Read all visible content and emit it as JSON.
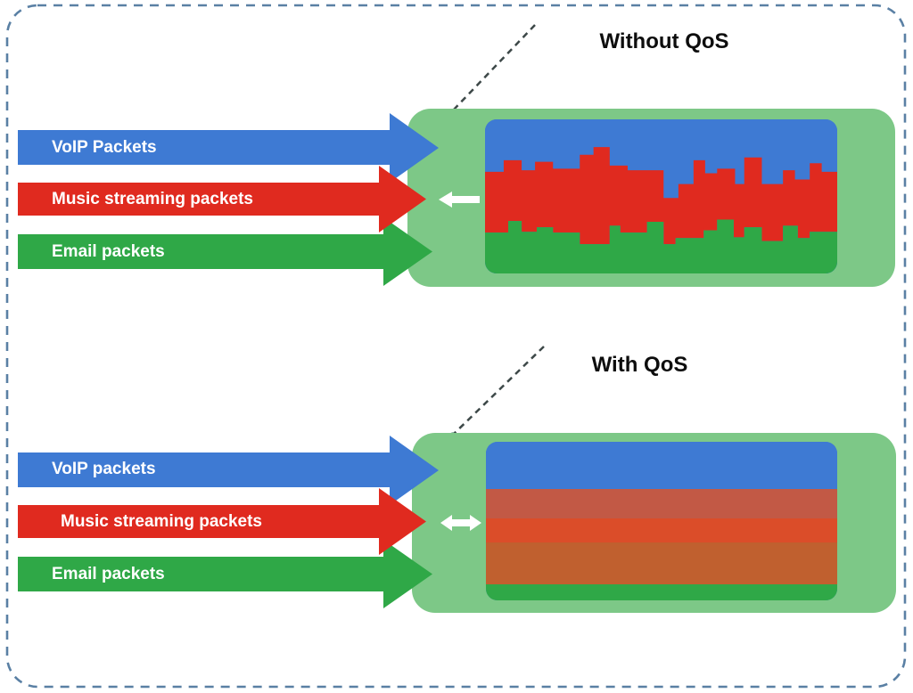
{
  "palette": {
    "blue": "#3e7ad3",
    "red": "#e02a1f",
    "green": "#2fa847",
    "pipe": "#7dc887",
    "frame": "#5a80a4",
    "title": "#0d0d0d",
    "label": "#ffffff",
    "white_arrow": "#ffffff",
    "pointer_line": "#3d4848",
    "pointer_dot": "#1e6a4c"
  },
  "diagrams": {
    "without_qos": {
      "title": "Without QoS",
      "arrows": [
        {
          "label": "VoIP Packets",
          "color": "blue"
        },
        {
          "label": "Music streaming packets",
          "color": "red"
        },
        {
          "label": "Email packets",
          "color": "green"
        }
      ],
      "pipe_pattern": {
        "type": "interleaved-jagged",
        "red_top_steps": [
          [
            0.053,
            0.34
          ],
          [
            0.104,
            0.265
          ],
          [
            0.142,
            0.33
          ],
          [
            0.193,
            0.275
          ],
          [
            0.269,
            0.32
          ],
          [
            0.308,
            0.23
          ],
          [
            0.354,
            0.18
          ],
          [
            0.405,
            0.3
          ],
          [
            0.507,
            0.33
          ],
          [
            0.549,
            0.51
          ],
          [
            0.592,
            0.42
          ],
          [
            0.625,
            0.265
          ],
          [
            0.659,
            0.35
          ],
          [
            0.71,
            0.32
          ],
          [
            0.736,
            0.42
          ],
          [
            0.786,
            0.247
          ],
          [
            0.846,
            0.42
          ],
          [
            0.88,
            0.33
          ],
          [
            0.922,
            0.39
          ],
          [
            0.956,
            0.285
          ],
          [
            1,
            0.34
          ]
        ],
        "green_top_steps": [
          [
            0.066,
            0.735
          ],
          [
            0.104,
            0.66
          ],
          [
            0.147,
            0.73
          ],
          [
            0.193,
            0.7
          ],
          [
            0.269,
            0.735
          ],
          [
            0.354,
            0.81
          ],
          [
            0.384,
            0.69
          ],
          [
            0.46,
            0.735
          ],
          [
            0.507,
            0.665
          ],
          [
            0.541,
            0.81
          ],
          [
            0.621,
            0.77
          ],
          [
            0.659,
            0.72
          ],
          [
            0.706,
            0.65
          ],
          [
            0.736,
            0.765
          ],
          [
            0.786,
            0.7
          ],
          [
            0.846,
            0.79
          ],
          [
            0.888,
            0.69
          ],
          [
            0.922,
            0.77
          ],
          [
            1,
            0.73
          ]
        ]
      }
    },
    "with_qos": {
      "title": "With QoS",
      "arrows": [
        {
          "label": "VoIP packets",
          "color": "blue"
        },
        {
          "label": "Music streaming packets",
          "color": "red"
        },
        {
          "label": "Email packets",
          "color": "green"
        }
      ],
      "bands": [
        {
          "color": "blue",
          "fraction": 0.483
        },
        {
          "color": "red",
          "fraction": 0.152
        },
        {
          "color": "green",
          "fraction": 0.365
        }
      ]
    }
  }
}
